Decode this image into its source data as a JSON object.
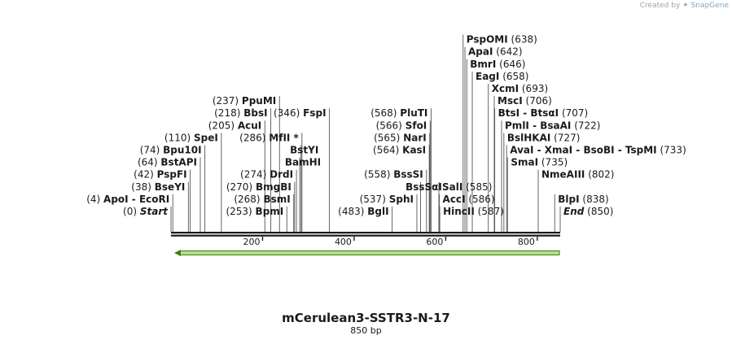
{
  "credit": {
    "prefix": "Created by",
    "brand": "SnapGene"
  },
  "title": "mCerulean3-SSTR3-N-17",
  "length_label": "850 bp",
  "sequence_length": 850,
  "ruler_ticks": [
    200,
    400,
    600,
    800
  ],
  "feature_arrow": {
    "start": 1,
    "end": 850,
    "direction": "reverse",
    "color": "#b4e08a"
  },
  "sites": [
    {
      "names": [
        "Start"
      ],
      "position": 0,
      "marker": true,
      "side": "left",
      "row": 0
    },
    {
      "names": [
        "ApoI",
        "EcoRI"
      ],
      "position": 4,
      "side": "left",
      "row": 1
    },
    {
      "names": [
        "BseYI"
      ],
      "position": 38,
      "side": "left",
      "row": 2
    },
    {
      "names": [
        "PspFI"
      ],
      "position": 42,
      "side": "left",
      "row": 3
    },
    {
      "names": [
        "BstAPI"
      ],
      "position": 64,
      "side": "left",
      "row": 4
    },
    {
      "names": [
        "Bpu10I"
      ],
      "position": 74,
      "side": "left",
      "row": 5
    },
    {
      "names": [
        "SpeI"
      ],
      "position": 110,
      "side": "left",
      "row": 6
    },
    {
      "names": [
        "AcuI"
      ],
      "position": 205,
      "side": "left",
      "row": 7
    },
    {
      "names": [
        "BbsI"
      ],
      "position": 218,
      "side": "left",
      "row": 8
    },
    {
      "names": [
        "PpuMI"
      ],
      "position": 237,
      "side": "left",
      "row": 9
    },
    {
      "names": [
        "BpmI"
      ],
      "position": 253,
      "side": "left",
      "row": 0
    },
    {
      "names": [
        "BsmI"
      ],
      "position": 268,
      "side": "left",
      "row": 1
    },
    {
      "names": [
        "BmgBI"
      ],
      "position": 270,
      "side": "left",
      "row": 2
    },
    {
      "names": [
        "DrdI"
      ],
      "position": 274,
      "side": "left",
      "row": 3
    },
    {
      "names": [
        "BamHI"
      ],
      "position": 281,
      "side": "none",
      "row": 4
    },
    {
      "names": [
        "BstYI"
      ],
      "position": 284,
      "side": "none",
      "row": 5
    },
    {
      "names": [
        "MfII *"
      ],
      "position": 286,
      "side": "left",
      "row": 6
    },
    {
      "names": [
        "FspI"
      ],
      "position": 346,
      "side": "left",
      "row": 8
    },
    {
      "names": [
        "BglI"
      ],
      "position": 483,
      "side": "left",
      "row": 0
    },
    {
      "names": [
        "SphI"
      ],
      "position": 537,
      "side": "left",
      "row": 1
    },
    {
      "names": [
        "BssSαI"
      ],
      "position": 545,
      "side": "none",
      "row": 2
    },
    {
      "names": [
        "BssSI"
      ],
      "position": 558,
      "side": "left",
      "row": 3
    },
    {
      "names": [
        "KasI"
      ],
      "position": 564,
      "side": "left",
      "row": 5
    },
    {
      "names": [
        "NarI"
      ],
      "position": 565,
      "side": "left",
      "row": 6
    },
    {
      "names": [
        "SfoI"
      ],
      "position": 566,
      "side": "left",
      "row": 7
    },
    {
      "names": [
        "PluTI"
      ],
      "position": 568,
      "side": "left",
      "row": 8
    },
    {
      "names": [
        "SalI"
      ],
      "position": 585,
      "side": "right",
      "row": 2
    },
    {
      "names": [
        "AccI"
      ],
      "position": 586,
      "side": "right",
      "row": 1
    },
    {
      "names": [
        "HincII"
      ],
      "position": 587,
      "side": "right",
      "row": 0
    },
    {
      "names": [
        "PspOMI"
      ],
      "position": 638,
      "side": "right",
      "row": 14
    },
    {
      "names": [
        "ApaI"
      ],
      "position": 642,
      "side": "right",
      "row": 13
    },
    {
      "names": [
        "BmrI"
      ],
      "position": 646,
      "side": "right",
      "row": 12
    },
    {
      "names": [
        "EagI"
      ],
      "position": 658,
      "side": "right",
      "row": 11
    },
    {
      "names": [
        "XcmI"
      ],
      "position": 693,
      "side": "right",
      "row": 10
    },
    {
      "names": [
        "MscI"
      ],
      "position": 706,
      "side": "right",
      "row": 9
    },
    {
      "names": [
        "BtsI",
        "BtsαI"
      ],
      "position": 707,
      "side": "right",
      "row": 8
    },
    {
      "names": [
        "PmlI",
        "BsaAI"
      ],
      "position": 722,
      "side": "right",
      "row": 7
    },
    {
      "names": [
        "BslHKAI"
      ],
      "position": 727,
      "side": "right",
      "row": 6
    },
    {
      "names": [
        "AvaI",
        "XmaI",
        "BsoBI",
        "TspMI"
      ],
      "position": 733,
      "side": "right",
      "row": 5
    },
    {
      "names": [
        "SmaI"
      ],
      "position": 735,
      "side": "right",
      "row": 4
    },
    {
      "names": [
        "NmeAIII"
      ],
      "position": 802,
      "side": "right",
      "row": 3
    },
    {
      "names": [
        "BlpI"
      ],
      "position": 838,
      "side": "right",
      "row": 1
    },
    {
      "names": [
        "End"
      ],
      "position": 850,
      "marker": true,
      "side": "right",
      "row": 0
    }
  ]
}
